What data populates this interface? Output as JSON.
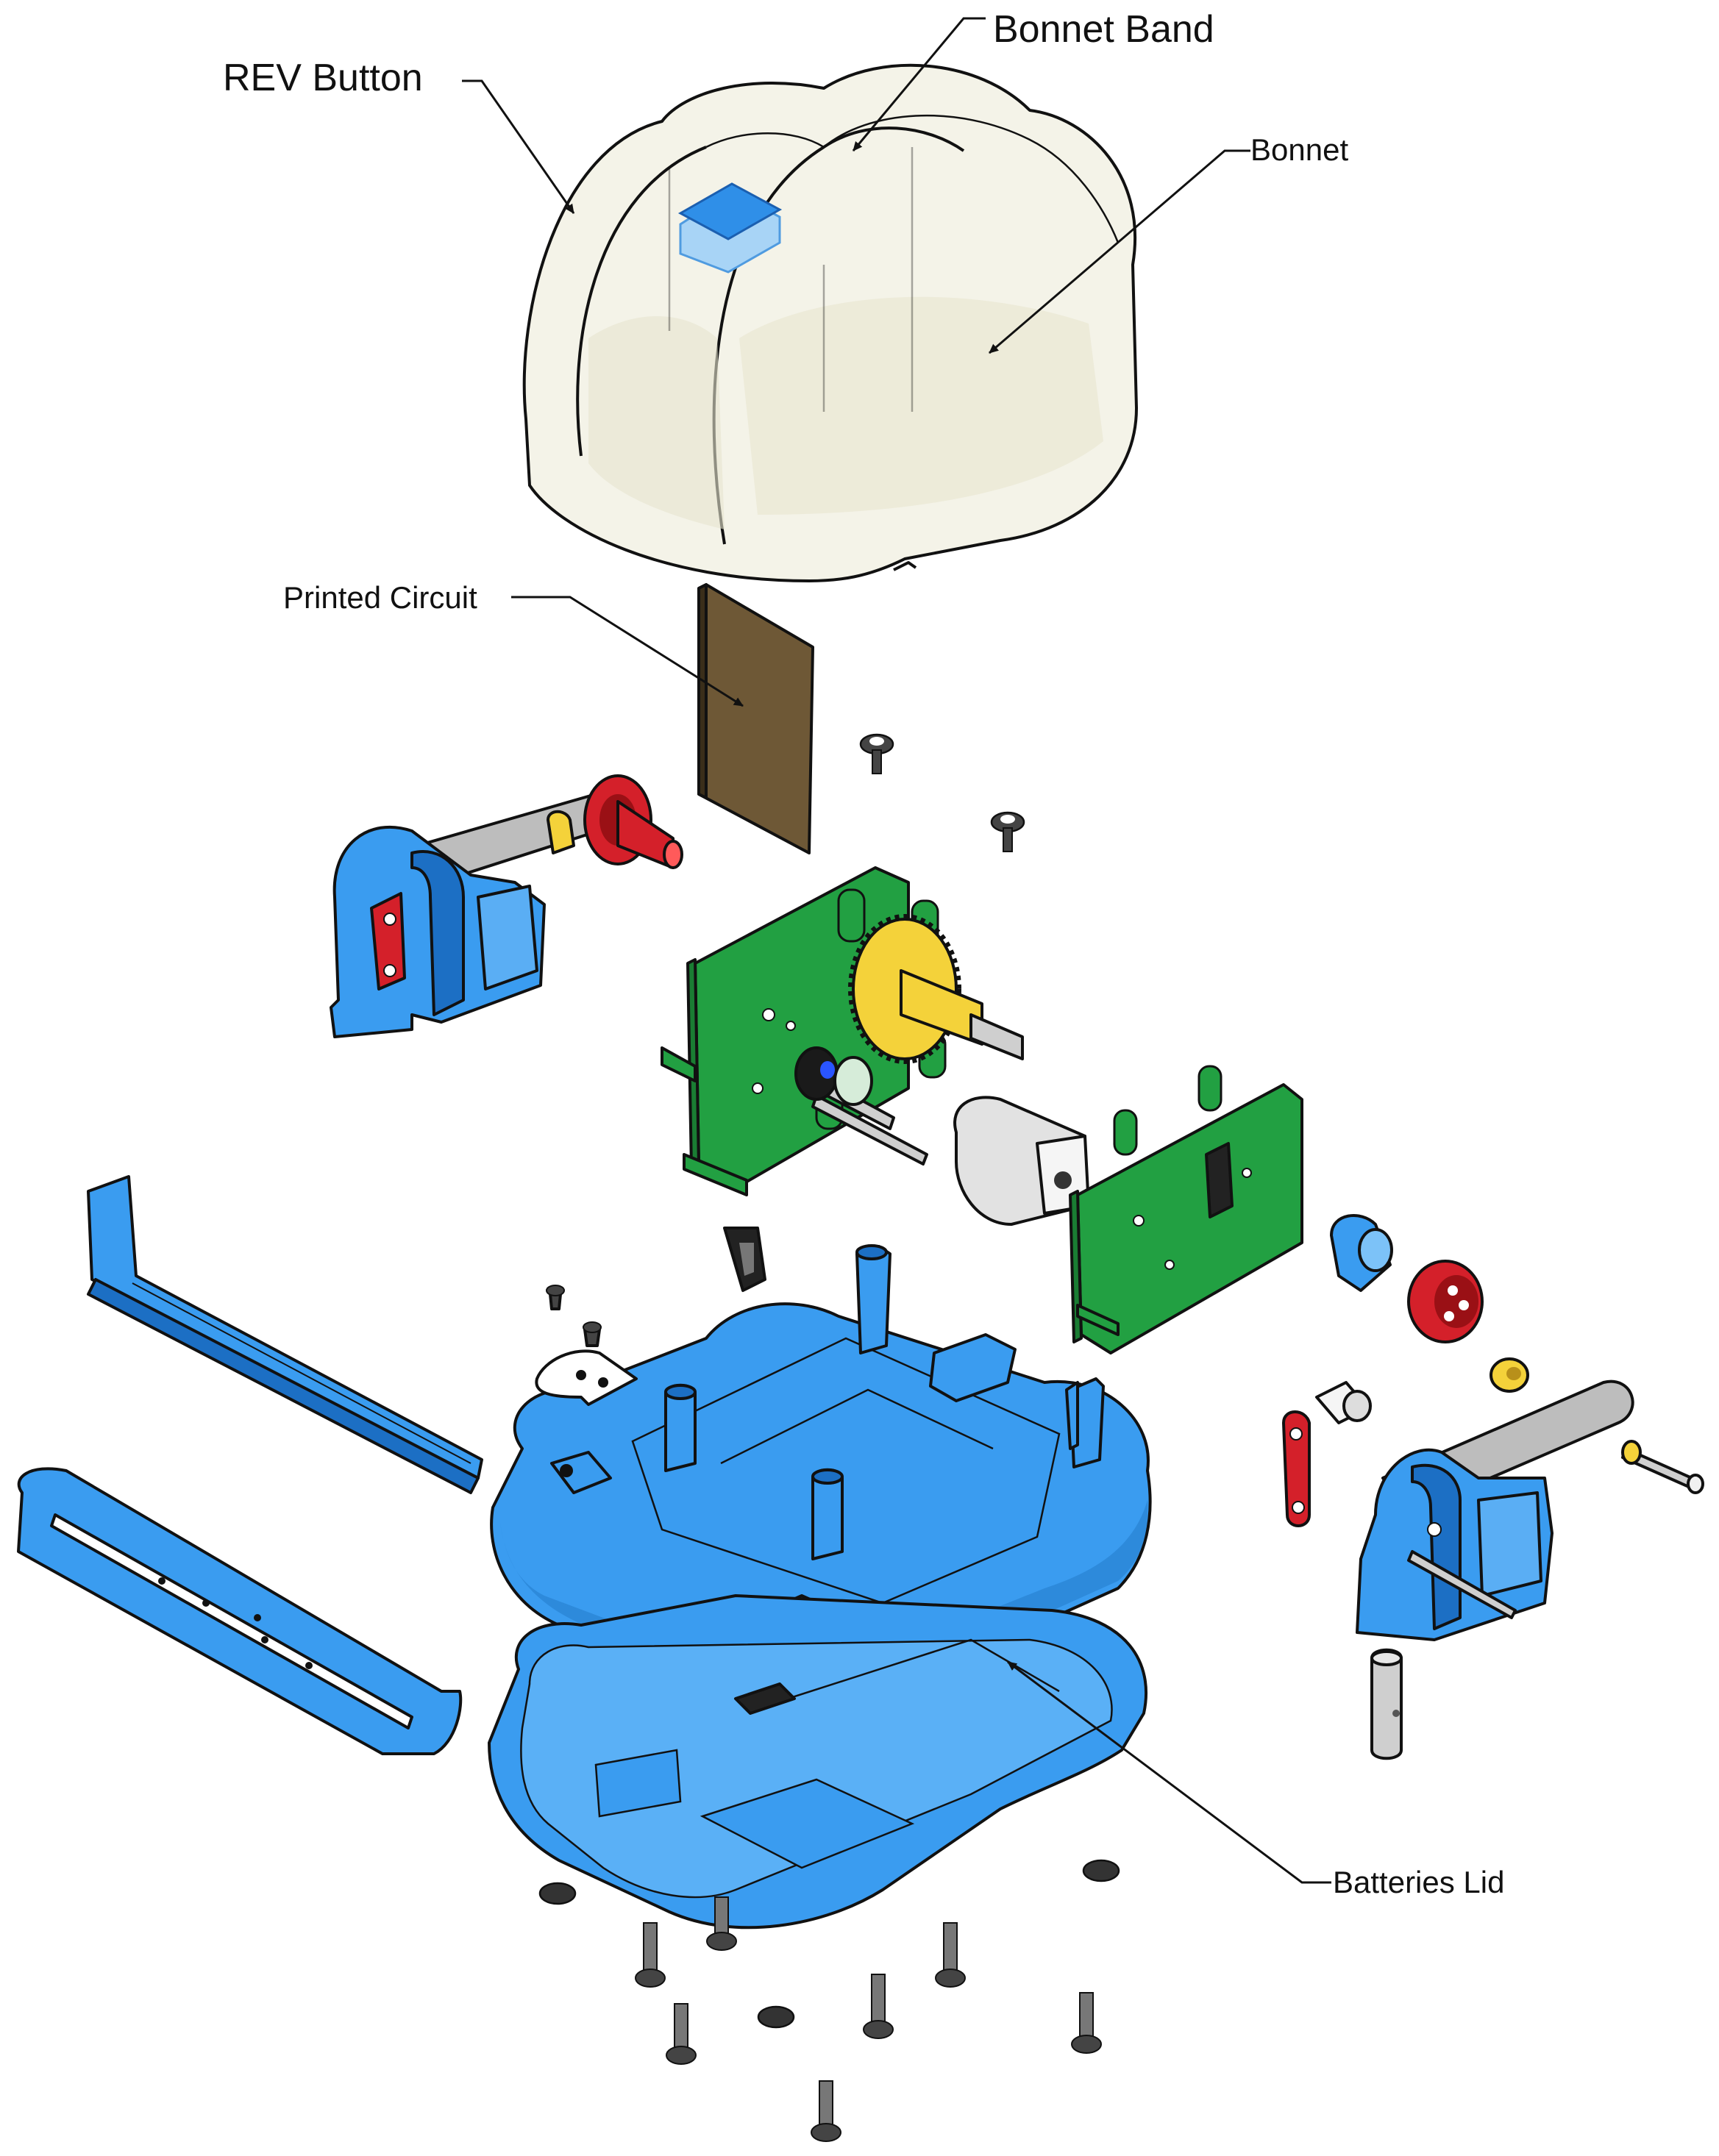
{
  "callouts": {
    "rev_button": "REV Button",
    "bonnet_band": "Bonnet Band",
    "bonnet": "Bonnet",
    "printed_circuit": "Printed Circuit",
    "batteries_lid": "Batteries Lid"
  },
  "colors": {
    "bonnet": "#f4f3e8",
    "blue_part": "#3a9cf0",
    "green_frame": "#22a042",
    "red_part": "#d4202a",
    "yellow_gear": "#f4d23a",
    "pcb": "#6e5836",
    "metal": "#b8b8b8",
    "outline": "#111111"
  }
}
